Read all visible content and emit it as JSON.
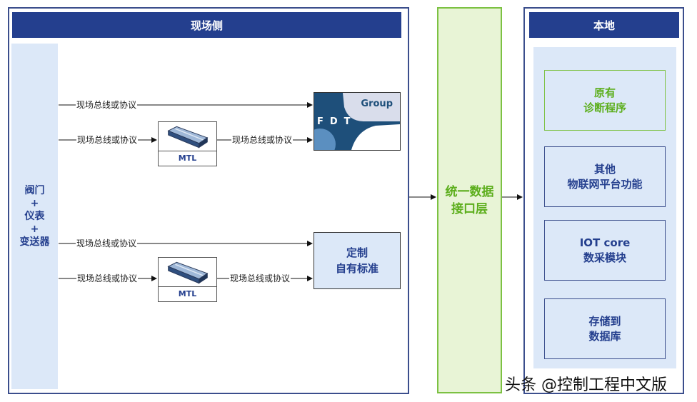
{
  "field_side": {
    "title": "现场侧",
    "devices_lines": [
      "阀门",
      "+",
      "仪表",
      "+",
      "变送器"
    ],
    "protocol_label": "现场总线或协议",
    "mtl_label": "MTL",
    "fdt": {
      "group_label": "Group",
      "logo_text": "FDT"
    },
    "custom_box_lines": [
      "定制",
      "自有标准"
    ]
  },
  "middle": {
    "lines": [
      "统一数据",
      "接口层"
    ]
  },
  "local": {
    "title": "本地",
    "boxes": [
      {
        "lines": [
          "原有",
          "诊断程序"
        ]
      },
      {
        "lines": [
          "其他",
          "物联网平台功能"
        ]
      },
      {
        "lines": [
          "IOT core",
          "数采模块"
        ]
      },
      {
        "lines": [
          "存储到",
          "数据库"
        ]
      }
    ]
  },
  "watermark": "头条 @控制工程中文版",
  "colors": {
    "navy": "#243f8e",
    "light_blue": "#dce8f8",
    "green": "#5cae1c",
    "green_border": "#7cc142"
  }
}
